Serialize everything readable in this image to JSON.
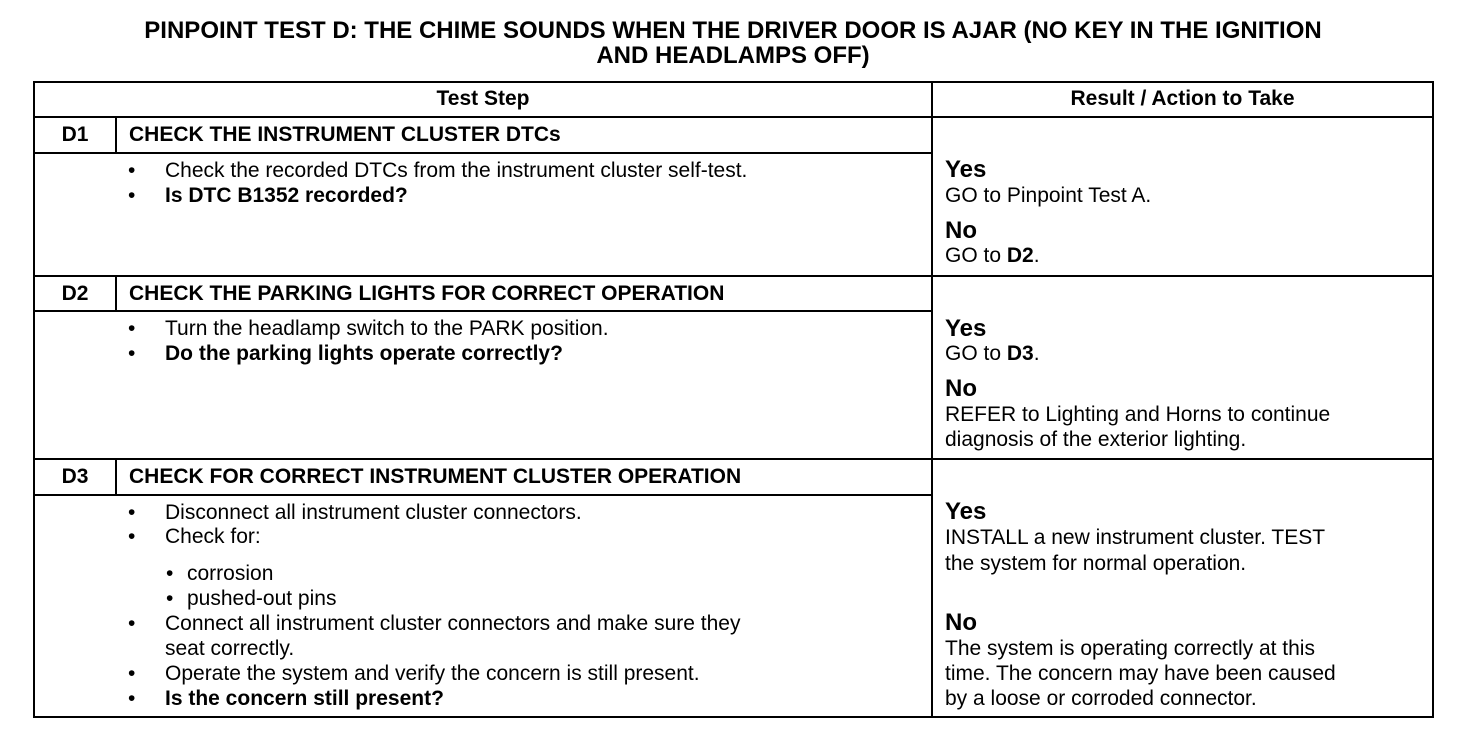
{
  "title_line1": "PINPOINT TEST D: THE CHIME SOUNDS WHEN THE DRIVER DOOR IS AJAR (NO KEY IN THE IGNITION",
  "title_line2": "AND HEADLAMPS OFF)",
  "header": {
    "test_step": "Test Step",
    "result": "Result / Action to Take"
  },
  "steps": [
    {
      "id": "D1",
      "heading": "CHECK THE INSTRUMENT CLUSTER DTCs",
      "items": [
        "Check the recorded DTCs from the instrument cluster self-test.",
        "Is DTC B1352 recorded?"
      ],
      "yes_label": "Yes",
      "yes_text": "GO to Pinpoint Test A.",
      "no_label": "No",
      "no_text_prefix": "GO to ",
      "no_text_bold": "D2",
      "no_text_suffix": "."
    },
    {
      "id": "D2",
      "heading": "CHECK THE PARKING LIGHTS FOR CORRECT OPERATION",
      "items": [
        "Turn the headlamp switch to the PARK position.",
        "Do the parking lights operate correctly?"
      ],
      "yes_label": "Yes",
      "yes_text_prefix": "GO to ",
      "yes_text_bold": "D3",
      "yes_text_suffix": ".",
      "no_label": "No",
      "no_lines": [
        "REFER to Lighting and Horns to continue",
        "diagnosis of the exterior lighting."
      ]
    },
    {
      "id": "D3",
      "heading": "CHECK FOR CORRECT INSTRUMENT CLUSTER OPERATION",
      "items": [
        "Disconnect all instrument cluster connectors.",
        "Check for:",
        "corrosion",
        "pushed-out pins",
        "Connect all instrument cluster connectors and make sure they",
        "seat correctly.",
        "Operate the system and verify the concern is still present.",
        "Is the concern still present?"
      ],
      "yes_label": "Yes",
      "yes_lines": [
        "INSTALL a new instrument cluster. TEST",
        "the system for normal operation."
      ],
      "no_label": "No",
      "no_lines": [
        "The system is operating correctly at this",
        "time. The concern may have been caused",
        "by a loose or corroded connector."
      ]
    }
  ]
}
